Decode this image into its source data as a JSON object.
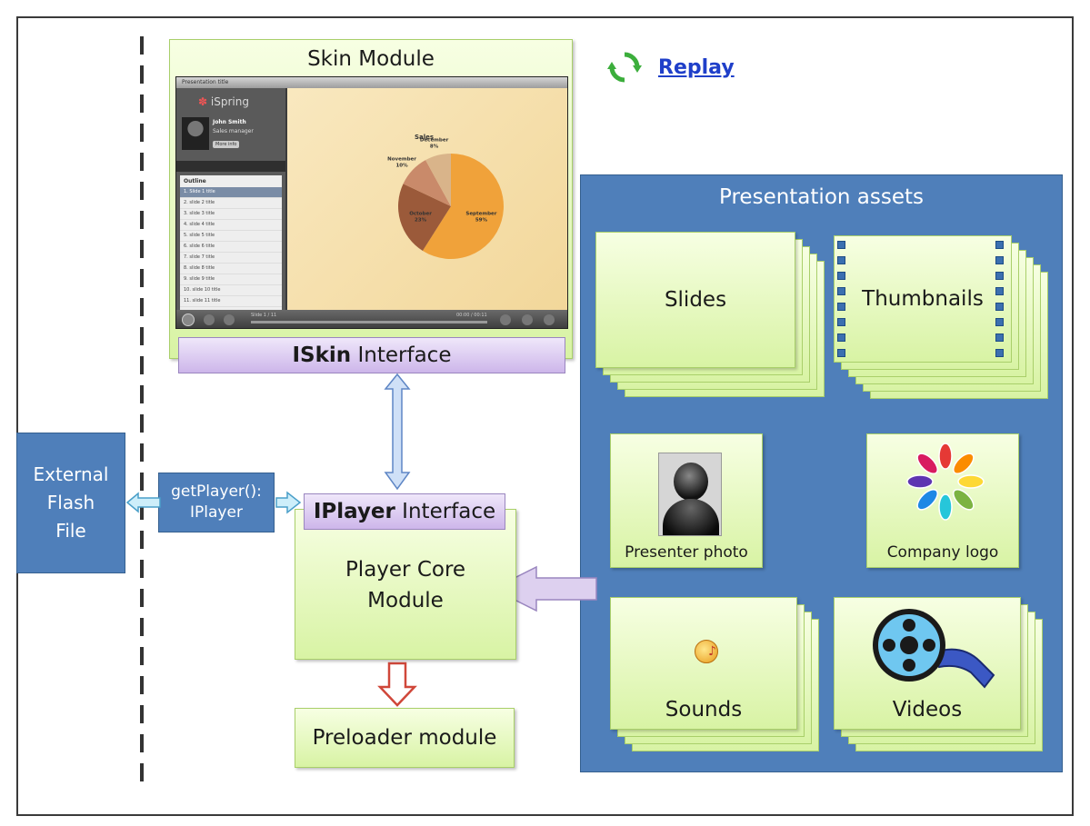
{
  "skin_module": {
    "title": "Skin Module",
    "screenshot": {
      "window_title": "Presentation title",
      "brand": "iSpring",
      "presenter_name": "John Smith",
      "presenter_role": "Sales manager",
      "more_info": "More info",
      "outline_title": "Outline",
      "outline_items": [
        "1. Slide 1 title",
        "2. slide 2 title",
        "3. slide 3 title",
        "4. slide 4 title",
        "5. slide 5 title",
        "6. slide 6 title",
        "7. slide 7 title",
        "8. slide 8 title",
        "9. slide 9 title",
        "10. slide 10 title",
        "11. slide 11 title"
      ],
      "chart_title": "Sales",
      "slices": [
        {
          "label": "September",
          "pct": "59%",
          "value": 59,
          "color": "#f0a23a"
        },
        {
          "label": "October",
          "pct": "23%",
          "value": 23,
          "color": "#9b5a3a"
        },
        {
          "label": "November",
          "pct": "10%",
          "value": 10,
          "color": "#c98a6a"
        },
        {
          "label": "December",
          "pct": "8%",
          "value": 8,
          "color": "#d9b48a"
        }
      ],
      "slide_counter": "Slide 1 / 11",
      "time": "00:00 / 00:11"
    }
  },
  "iskin_interface": {
    "bold": "ISkin",
    "rest": " Interface"
  },
  "replay": {
    "label": "Replay"
  },
  "presentation_assets": {
    "title": "Presentation assets",
    "slides": "Slides",
    "thumbnails": "Thumbnails",
    "presenter_photo": "Presenter photo",
    "company_logo": "Company logo",
    "sounds": "Sounds",
    "videos": "Videos"
  },
  "external_flash_file": {
    "line1": "External",
    "line2": "Flash",
    "line3": "File"
  },
  "get_player": {
    "line1": "getPlayer():",
    "line2": "IPlayer"
  },
  "iplayer_interface": {
    "bold": "IPlayer",
    "rest": " Interface"
  },
  "player_core": {
    "line1": "Player Core",
    "line2": "Module"
  },
  "preloader": {
    "label": "Preloader module"
  },
  "colors": {
    "module_green": "#d8f3a4",
    "interface_purple": "#cdb6ea",
    "assets_blue": "#4f7fba",
    "link_blue": "#1f3fc9"
  }
}
